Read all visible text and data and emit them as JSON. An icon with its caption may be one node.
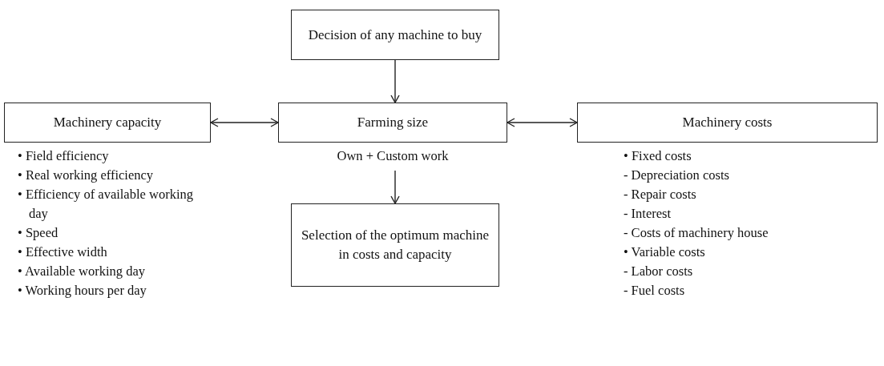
{
  "diagram": {
    "nodes": [
      {
        "text": [
          "Decision of any machine to buy"
        ]
      },
      {
        "text": [
          "Machinery capacity"
        ],
        "beside": [
          "• Field efficiency",
          "• Real working efficiency",
          "• Efficiency of available working day",
          "• Speed",
          "• Effective width",
          "• Available working day",
          "• Working hours per day"
        ]
      },
      {
        "text": [
          "Farming size"
        ],
        "beside": [
          "Own + Custom work"
        ]
      },
      {
        "text": [
          "Machinery costs"
        ],
        "beside": [
          "• Fixed costs",
          "- Depreciation costs",
          "- Repair costs",
          "- Interest",
          "- Costs of machinery house",
          "• Variable costs",
          "- Labor costs",
          "- Fuel costs"
        ]
      },
      {
        "text": [
          "Selection of the optimum machine in costs and capacity"
        ]
      }
    ],
    "edges": [
      {
        "from": 0,
        "to": 2,
        "arrow": "to"
      },
      {
        "from": 1,
        "to": 2,
        "arrow": "both"
      },
      {
        "from": 2,
        "to": 3,
        "arrow": "both"
      },
      {
        "from": 2,
        "to": 4,
        "arrow": "to"
      }
    ]
  }
}
